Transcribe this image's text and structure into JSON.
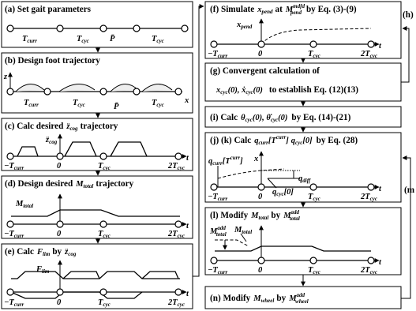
{
  "panels": {
    "a": {
      "title": "(a) Set gait parameters",
      "t_curr": "T",
      "t_curr_sub": "curr",
      "t_cyc": "T",
      "t_cyc_sub": "cyc",
      "p_bar": "P̄"
    },
    "b": {
      "title": "(b) Design foot trajectory",
      "z": "z",
      "x": "x"
    },
    "c": {
      "title_pre": "(c) Calc desired",
      "title_post": "trajectory",
      "y_label": "z̈",
      "y_sub": "cog",
      "zero": "0",
      "t": "t"
    },
    "d": {
      "title_pre": "(d) Design desired",
      "title_var": "M",
      "title_sub": "total",
      "title_post": "trajectory",
      "y_label": "M",
      "y_sub": "total"
    },
    "e": {
      "title_pre": "(e) Calc",
      "title_var": "F",
      "title_sub": "lim",
      "title_mid": "by",
      "y_label": "F",
      "y_sub": "lim"
    },
    "f": {
      "title_pre": "(f) Simulate",
      "title_var": "x",
      "title_sub": "pend",
      "title_mid": "at",
      "title_var2": "M",
      "title_sup2": "mdfd",
      "title_sub2": "pend",
      "title_post": "by Eq. (3)-(9)",
      "y_label": "x",
      "y_sub": "pend"
    },
    "g": {
      "line1": "(g) Convergent calculation of",
      "line2_var": "x",
      "line2_sub": "cyc",
      "line2_mid": "(0), ẋ",
      "line2_end": "(0)",
      "line2_post": "to establish Eq. (12)(13)"
    },
    "i": {
      "title_pre": "(i) Calc",
      "var1": "θ",
      "sub1": "cyc",
      "mid": "(0), θ̇",
      "end": "(0)",
      "post": "by Eq. (14)-(21)"
    },
    "jk": {
      "title_pre": "(j) (k) Calc",
      "var": "q",
      "sub": "curr",
      "bracket": "[T",
      "sup": "curr",
      "close": "]",
      "var2": "q",
      "sub2": "cyc",
      "idx": "[0]",
      "post": "by Eq. (28)",
      "x": "x",
      "q_diff": "q",
      "q_diff_sub": "diff",
      "q_cyc_label": "q",
      "q_cyc_sub": "cyc",
      "q_cyc_idx": "[0]",
      "q_curr_label": "q",
      "q_curr_sub": "curr",
      "q_curr_bracket": "[T",
      "q_curr_sup": "curr",
      "q_curr_close": "]"
    },
    "l": {
      "title_pre": "(l) Modify",
      "var": "M",
      "sub": "total",
      "mid": "by",
      "var2": "M",
      "sup2": "add",
      "sub2": "total",
      "lbl_add": "M",
      "lbl_add_sup": "add",
      "lbl_add_sub": "total",
      "lbl_tot": "M",
      "lbl_tot_sub": "total"
    },
    "n": {
      "title_pre": "(n) Modify",
      "var": "M",
      "sub": "wheel",
      "mid": "by",
      "var2": "M",
      "sup2": "add",
      "sub2": "wheel"
    }
  },
  "axis": {
    "neg_t": "−T",
    "neg_sub": "curr",
    "zero": "0",
    "tcyc": "T",
    "tcyc_sub": "cyc",
    "two_t": "2T",
    "two_sub": "cyc",
    "t": "t"
  },
  "side": {
    "h": "(h)",
    "m": "(m"
  }
}
